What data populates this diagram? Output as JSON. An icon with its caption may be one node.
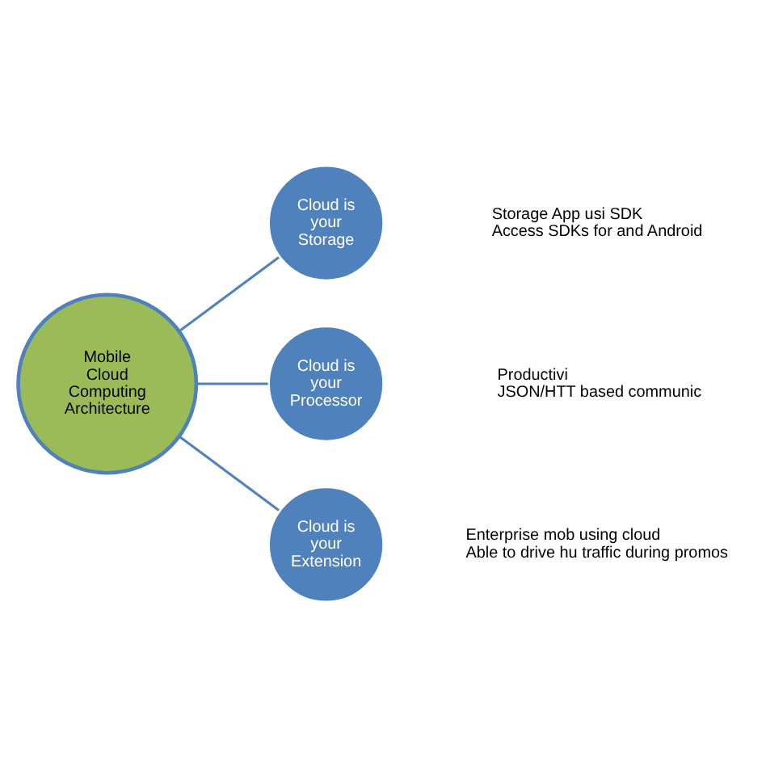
{
  "diagram": {
    "nodes": [
      {
        "text": [
          "Mobile Cloud Computing Architecture"
        ]
      },
      {
        "text": [
          "Cloud is your Storage"
        ],
        "beside": [
          "Storage App usi SDK",
          "Access SDKs for and Android"
        ]
      },
      {
        "text": [
          "Cloud is your Processor"
        ],
        "beside": [
          "Productivi",
          "JSON/HTT based communic"
        ]
      },
      {
        "text": [
          "Cloud is your Extension"
        ],
        "beside": [
          "Enterprise mob using cloud",
          "Able to drive hu traffic during promos"
        ]
      }
    ],
    "edges": [
      {
        "from": 0,
        "to": 1,
        "arrow": "none"
      },
      {
        "from": 0,
        "to": 2,
        "arrow": "none"
      },
      {
        "from": 0,
        "to": 3,
        "arrow": "none"
      }
    ]
  }
}
